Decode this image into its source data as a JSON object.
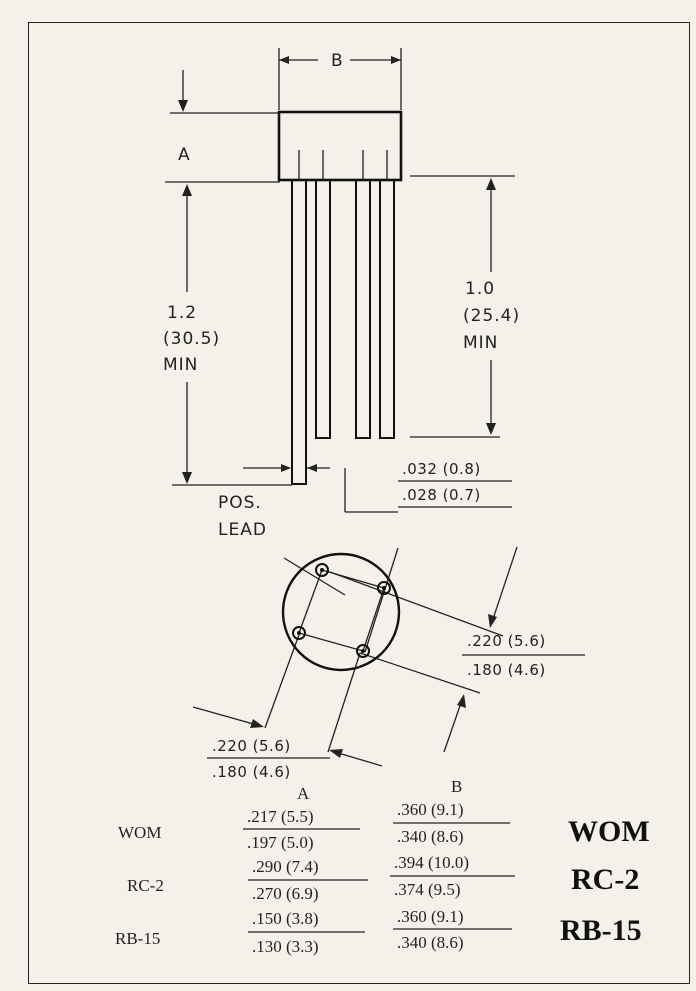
{
  "labels": {
    "dim_b": "B",
    "dim_a": "A",
    "left_length": [
      "1.2",
      "(30.5)",
      "MIN"
    ],
    "right_length": [
      "1.0",
      "(25.4)",
      "MIN"
    ],
    "lead_dia_max": ".032 (0.8)",
    "lead_dia_min": ".028 (0.7)",
    "pos_lead": [
      "POS.",
      "LEAD"
    ],
    "spacing_right_max": ".220 (5.6)",
    "spacing_right_min": ".180 (4.6)",
    "spacing_bottom_max": ".220 (5.6)",
    "spacing_bottom_min": ".180 (4.6)"
  },
  "table": {
    "col_a": "A",
    "col_b": "B",
    "rows": [
      {
        "name": "WOM",
        "a_max": ".217 (5.5)",
        "a_min": ".197 (5.0)",
        "b_max": ".360 (9.1)",
        "b_min": ".340 (8.6)",
        "big": "WOM"
      },
      {
        "name": "RC-2",
        "a_max": ".290 (7.4)",
        "a_min": ".270 (6.9)",
        "b_max": ".394 (10.0)",
        "b_min": ".374 (9.5)",
        "big": "RC-2"
      },
      {
        "name": "RB-15",
        "a_max": ".150 (3.8)",
        "a_min": ".130 (3.3)",
        "b_max": ".360 (9.1)",
        "b_min": ".340 (8.6)",
        "big": "RB-15"
      }
    ]
  }
}
